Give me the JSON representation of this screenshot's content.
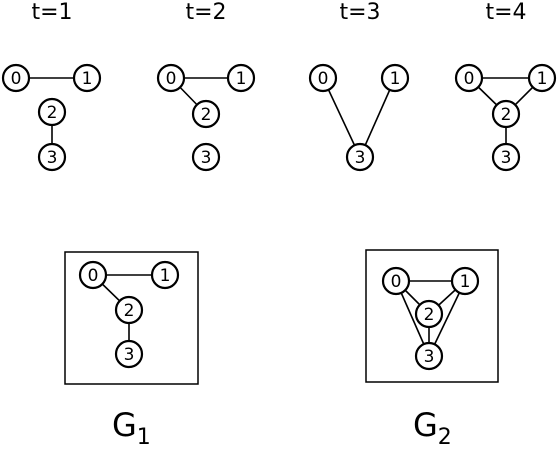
{
  "time_labels": [
    "t=1",
    "t=2",
    "t=3",
    "t=4"
  ],
  "node_labels": [
    "0",
    "1",
    "2",
    "3"
  ],
  "snapshots": [
    {
      "label": "t=1",
      "edges": [
        [
          0,
          1
        ],
        [
          2,
          3
        ]
      ]
    },
    {
      "label": "t=2",
      "edges": [
        [
          0,
          1
        ],
        [
          0,
          2
        ]
      ]
    },
    {
      "label": "t=3",
      "edges": [
        [
          0,
          3
        ],
        [
          1,
          3
        ]
      ]
    },
    {
      "label": "t=4",
      "edges": [
        [
          0,
          1
        ],
        [
          0,
          2
        ],
        [
          1,
          2
        ],
        [
          2,
          3
        ]
      ]
    }
  ],
  "aggregates": [
    {
      "name": "G",
      "subscript": "1",
      "edges": [
        [
          0,
          1
        ],
        [
          0,
          2
        ],
        [
          2,
          3
        ]
      ]
    },
    {
      "name": "G",
      "subscript": "2",
      "edges": [
        [
          0,
          1
        ],
        [
          0,
          2
        ],
        [
          1,
          2
        ],
        [
          2,
          3
        ],
        [
          0,
          3
        ],
        [
          1,
          3
        ]
      ]
    }
  ],
  "colors": {
    "stroke": "#000000",
    "fill": "#ffffff"
  }
}
